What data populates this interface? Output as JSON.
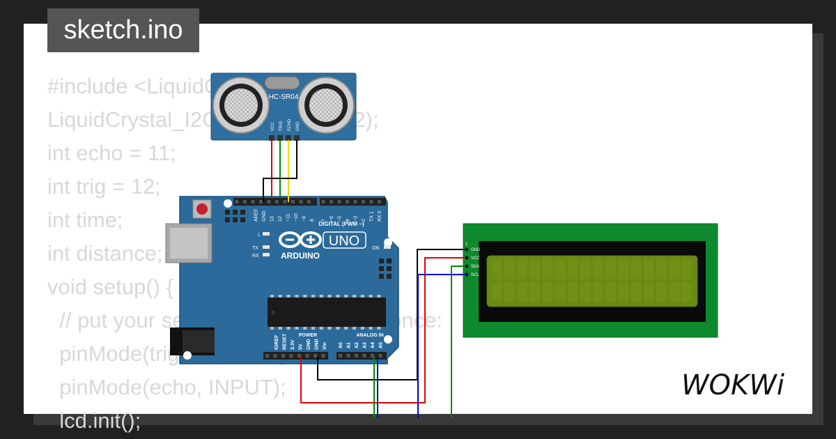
{
  "tab": {
    "filename": "sketch.ino"
  },
  "code_lines": [
    "#include <LiquidCrystal_I2C.h>",
    "LiquidCrystal_I2C lcd(0x27, 16, 2);",
    "int echo = 11;",
    "int trig = 12;",
    "int time;",
    "int distance;",
    "void setup() {",
    "  // put your setup code here, to run once:",
    "  pinMode(trig, OUTPUT);",
    "  pinMode(echo, INPUT);",
    "  lcd.init();"
  ],
  "sensor": {
    "model": "HC-SR04",
    "pins": [
      "VCC",
      "TRIG",
      "ECHO",
      "GND"
    ]
  },
  "board": {
    "brand": "ARDUINO",
    "model": "UNO",
    "on_label": "ON",
    "led_l": "L",
    "led_tx": "TX",
    "led_rx": "RX",
    "digital_header": "DIGITAL (PWM ~)",
    "digital_pins": [
      "AREF",
      "GND",
      "13",
      "12",
      "~11",
      "~10",
      "~9",
      "8",
      "7",
      "~6",
      "~5",
      "4",
      "~3",
      "2",
      "TX 1",
      "RX 0"
    ],
    "power_header": "POWER",
    "power_pins": [
      "IOREF",
      "RESET",
      "3.3V",
      "5V",
      "GND",
      "GND",
      "Vin"
    ],
    "analog_header": "ANALOG IN",
    "analog_pins": [
      "A0",
      "A1",
      "A2",
      "A3",
      "A4",
      "A5"
    ]
  },
  "lcd": {
    "pin_one": "1",
    "pins": [
      "GND",
      "VCC",
      "SDA",
      "SCL"
    ]
  },
  "logo": {
    "brand": "WOKWi"
  },
  "colors": {
    "board": "#2b6a9a",
    "lcd_pcb": "#0e8a2e",
    "lcd_screen": "#6a8a12",
    "wire_red": "#e00000",
    "wire_green": "#008a00",
    "wire_yellow": "#e6d800",
    "wire_blue": "#0000dd",
    "wire_black": "#000000"
  }
}
